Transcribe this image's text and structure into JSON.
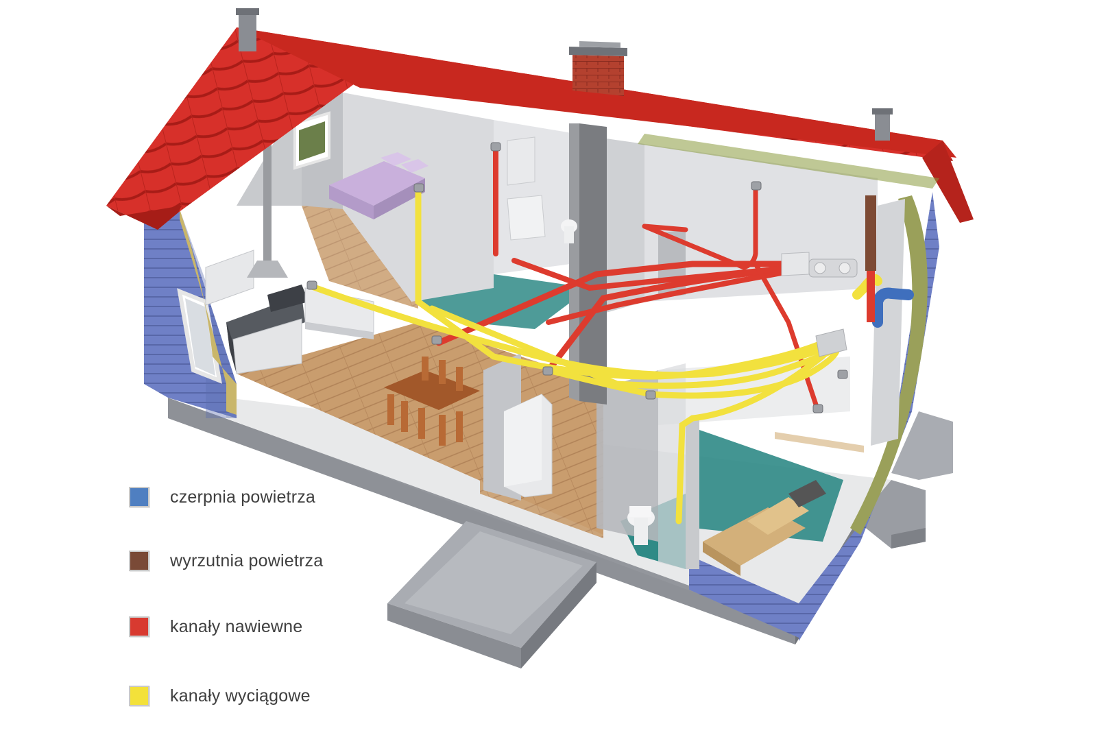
{
  "legend": {
    "items": [
      {
        "key": "intake",
        "label": "czerpnia powietrza",
        "color": "#4f7fc1"
      },
      {
        "key": "exhaust",
        "label": "wyrzutnia powietrza",
        "color": "#7a4a37"
      },
      {
        "key": "supply",
        "label": "kanały nawiewne",
        "color": "#d83a30"
      },
      {
        "key": "extract",
        "label": "kanały wyciągowe",
        "color": "#f3e13a"
      }
    ]
  },
  "colors": {
    "roof": "#d22b24",
    "roof_dark": "#a81c17",
    "wall_siding": "#6d7fc6",
    "floor_wood": "#c79a6b",
    "tile_teal": "#2f8a86",
    "foundation": "#8d9096",
    "interior_wall": "#d9dadd",
    "chimney_brick": "#b33a2a"
  },
  "icons": [
    "roof-vent-icon",
    "chimney-icon",
    "bed-icon",
    "kitchen-icon",
    "table-icon",
    "toilet-icon",
    "sauna-bench-icon",
    "recuperator-unit-icon"
  ]
}
